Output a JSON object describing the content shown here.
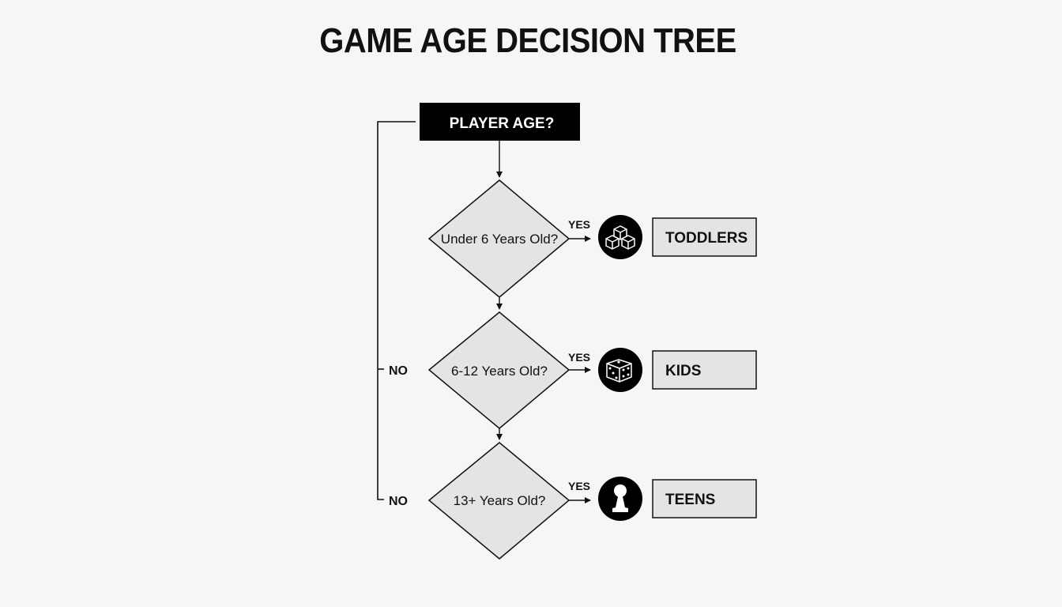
{
  "title": "GAME AGE DECISION TREE",
  "colors": {
    "background": "#f6f6f6",
    "start_fill": "#000000",
    "start_text": "#ffffff",
    "decision_fill": "#e4e4e4",
    "outcome_fill": "#e4e4e4",
    "line": "#111111",
    "icon_fill": "#000000"
  },
  "start": {
    "label": "PLAYER AGE?"
  },
  "decisions": [
    {
      "question": "Under 6 Years Old?",
      "yes_label": "YES",
      "outcome": "TODDLERS",
      "icon": "toy-blocks-icon"
    },
    {
      "question": "6-12 Years Old?",
      "yes_label": "YES",
      "outcome": "KIDS",
      "no_label": "NO",
      "icon": "dice-icon"
    },
    {
      "question": "13+ Years Old?",
      "yes_label": "YES",
      "outcome": "TEENS",
      "no_label": "NO",
      "icon": "game-pawn-icon"
    }
  ]
}
